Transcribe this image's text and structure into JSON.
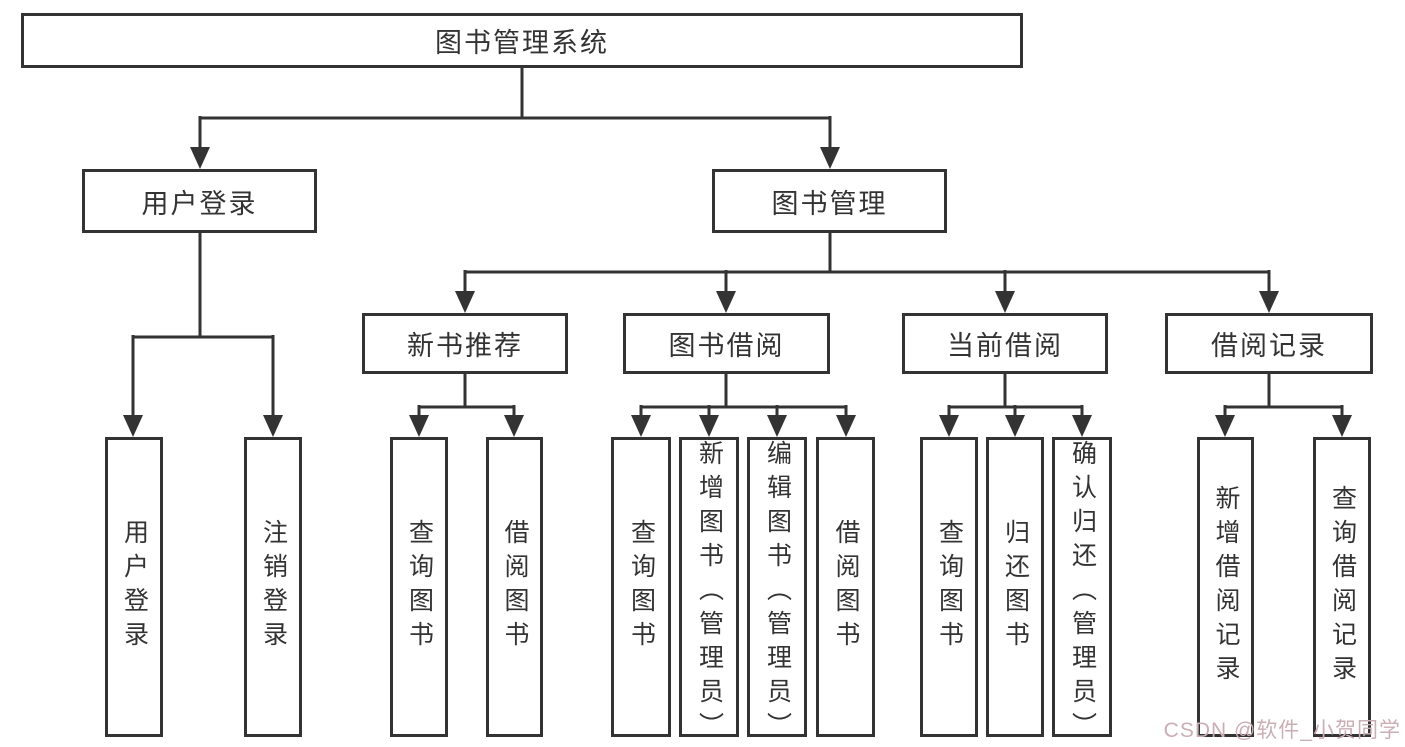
{
  "diagram": {
    "root": {
      "label": "图书管理系统"
    },
    "level2": [
      {
        "label": "用户登录"
      },
      {
        "label": "图书管理"
      }
    ],
    "level3": [
      {
        "label": "新书推荐"
      },
      {
        "label": "图书借阅"
      },
      {
        "label": "当前借阅"
      },
      {
        "label": "借阅记录"
      }
    ],
    "leaves": {
      "user_login": [
        {
          "label": "用户登录"
        },
        {
          "label": "注销登录"
        }
      ],
      "new_book": [
        {
          "label": "查询图书"
        },
        {
          "label": "借阅图书"
        }
      ],
      "book_borrow": [
        {
          "label": "查询图书"
        },
        {
          "label": "新增图书（管理员）"
        },
        {
          "label": "编辑图书（管理员）"
        },
        {
          "label": "借阅图书"
        }
      ],
      "current_borrow": [
        {
          "label": "查询图书"
        },
        {
          "label": "归还图书"
        },
        {
          "label": "确认归还（管理员）"
        }
      ],
      "borrow_records": [
        {
          "label": "新增借阅记录"
        },
        {
          "label": "查询借阅记录"
        }
      ]
    },
    "watermark": "CSDN @软件_小贺同学",
    "colors": {
      "line": "#333333",
      "text": "#333333",
      "box_background": "#ffffff",
      "watermark": "#cbaeb5"
    }
  }
}
